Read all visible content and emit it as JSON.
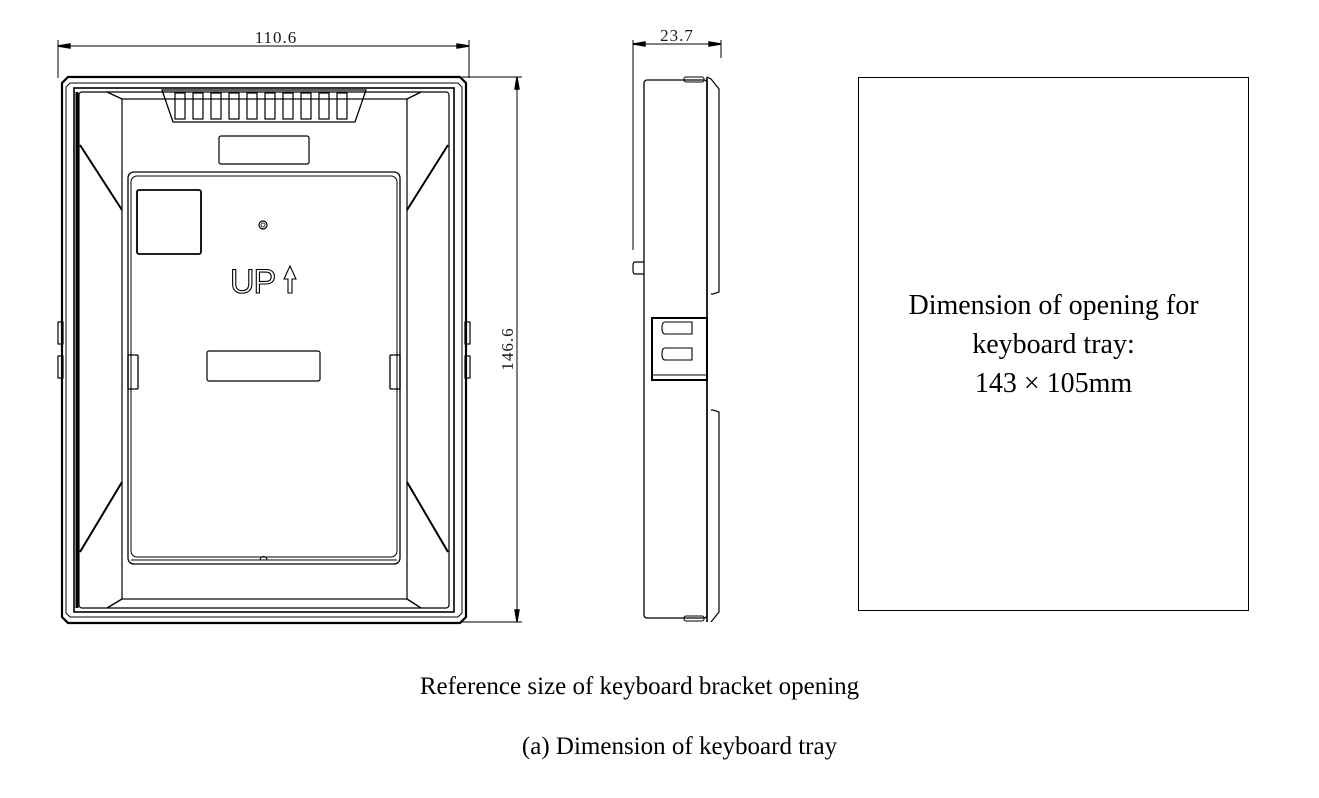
{
  "front_view": {
    "width_dimension": "110.6",
    "height_dimension": "146.6",
    "orientation_label": "UP"
  },
  "side_view": {
    "depth_dimension": "23.7"
  },
  "note_box": {
    "line1": "Dimension of opening for",
    "line2": "keyboard tray:",
    "line3": "143 × 105mm"
  },
  "captions": {
    "reference": "Reference size of keyboard bracket opening",
    "figure": "(a) Dimension of keyboard tray"
  }
}
